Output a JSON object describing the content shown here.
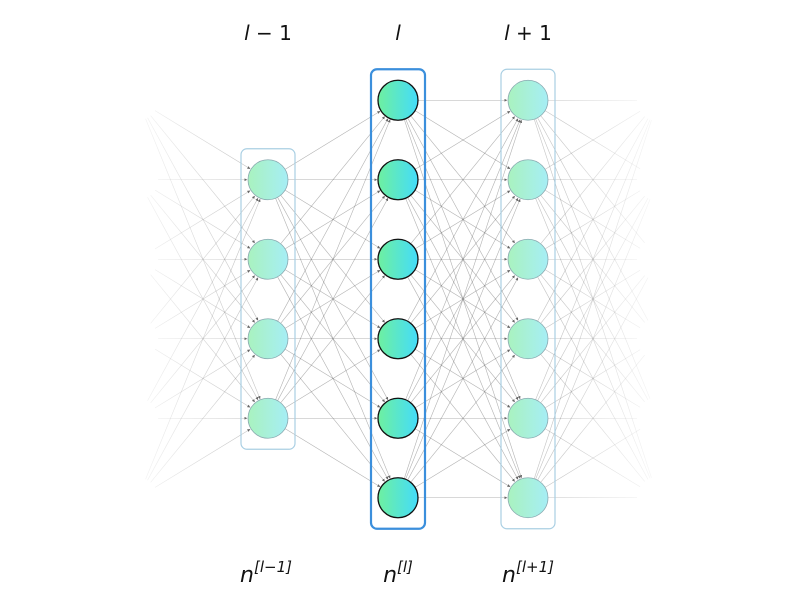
{
  "layers": [
    {
      "key": "prev",
      "title": {
        "base": "l",
        "suffix": " − 1"
      },
      "count": {
        "base": "n",
        "super": "[l−1]"
      },
      "neurons": 4,
      "highlighted": false
    },
    {
      "key": "current",
      "title": {
        "base": "l",
        "suffix": ""
      },
      "count": {
        "base": "n",
        "super": "[l]"
      },
      "neurons": 6,
      "highlighted": true
    },
    {
      "key": "next",
      "title": {
        "base": "l",
        "suffix": " + 1"
      },
      "count": {
        "base": "n",
        "super": "[l+1]"
      },
      "neurons": 6,
      "highlighted": false
    }
  ],
  "colors": {
    "highlight_border": "#3b8fdc",
    "box_border": "#a9cfe3",
    "edge": "#555555",
    "current_gradient": [
      "#6ef0a0",
      "#44dcfa"
    ],
    "other_gradient": [
      "#a9f2bf",
      "#a6eef5"
    ]
  }
}
